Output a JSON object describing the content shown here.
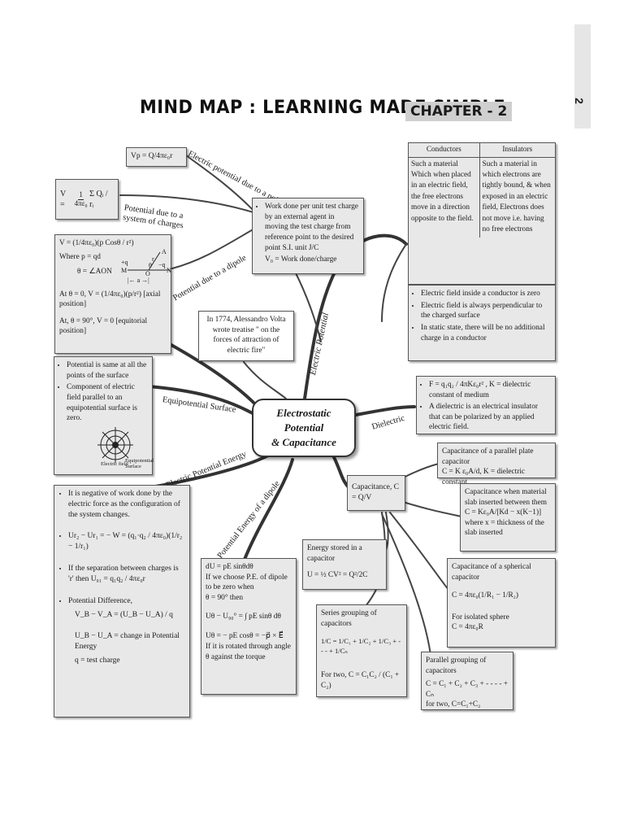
{
  "page_number": "2",
  "title": "MIND MAP : LEARNING MADE SIMPLE",
  "chapter": "CHAPTER - 2",
  "center": {
    "line1": "Electrostatic Potential",
    "line2": "& Capacitance"
  },
  "branch_labels": {
    "point_charge": "Electric potential due to a point charge",
    "system": "Potential due to a system of charges",
    "dipole": "Potential due to a dipole",
    "electric_potential": "Electric Potential",
    "equipotential": "Equipotential Surface",
    "energy": "Electric Potential Energy",
    "dipole_energy": "Potential Energy of a dipole",
    "dielectric": "Dielectric"
  },
  "point_charge_box": {
    "formula": "Vp = Q/4πε₀r"
  },
  "system_box": {
    "lhs": "V =",
    "num": "1",
    "den": "4πε₀",
    "sum": "Σ Qᵢ / rᵢ"
  },
  "dipole_box": {
    "line1": "V = (1/4πε₀)(p Cosθ / r²)",
    "line2": "Where p = qd",
    "line3": "θ = ∠AON",
    "line4": "At θ = 0, V = (1/4πε₀)(p/r²) [axial position]",
    "line5": "At, θ = 90°, V = 0 [equitorial position]",
    "fig_a": "A",
    "fig_r": "r",
    "fig_q_pos": "+q",
    "fig_q_neg": "−q",
    "fig_m": "M",
    "fig_n": "N",
    "fig_o": "O",
    "fig_theta": "θ",
    "fig_a_len": "|← a →|"
  },
  "work_box": {
    "bullet": "Work done per unit test charge by an external agent in moving the test charge from reference point to the desired point S.I. unit J/C",
    "formula": "V₀ = Work done/charge"
  },
  "volta_box": {
    "text": "In 1774, Alessandro Volta wrote treatise \" on the forces of attraction of electric fire\""
  },
  "conductors_table": {
    "head_left": "Conductors",
    "head_right": "Insulators",
    "left": "Such a material Which when placed in an electric field, the free electrons move in a direction opposite to the field.",
    "right": "Such a material in which electrons are tightly bound, & when exposed in an electric field, Electrons does not move i.e. having no free electrons"
  },
  "conductor_facts": [
    "Electric field inside a conductor is zero",
    "Electric field is always perpendicular to the charged surface",
    "In static state, there will be no additional charge in a conductor"
  ],
  "equipotential_box": {
    "items": [
      "Potential is same at all the points of the surface",
      "Component of electric field parallel to an equipotential surface is zero."
    ],
    "fig_label1": "Electric field",
    "fig_label2": "Equipotential Surface"
  },
  "dielectric_box": {
    "f_line": "F = q₁q₂ / 4πKε₀r² , K = dielectric constant of medium",
    "item2": "A dielectric is an electrical insulator that can be polarized by an applied electric field."
  },
  "capacitance_node": "Capacitance, C = Q/V",
  "parallel_plate_box": {
    "line1": "Capacitance of a parallel plate capacitor",
    "line2": "C = K ε₀A/d,   K = dielectric constant"
  },
  "slab_box": {
    "line1": "Capacitance when material slab inserted between them",
    "line2": "C = Kε₀A/[Kd − x(K−1)]",
    "line3": "where  x = thickness of the slab inserted"
  },
  "energy_cap_box": {
    "line1": "Energy stored in a capacitor",
    "line2": "U = ½ CV² = Q²/2C"
  },
  "spherical_box": {
    "line1": "Capacitance of a spherical capacitor",
    "line2": "C = 4πε₀(1/R₁ − 1/R₂)",
    "line3": "For isolated sphere",
    "line4": "C = 4πε₀R"
  },
  "series_box": {
    "line1": "Series grouping of capacitors",
    "line2": "1/C = 1/C₁ + 1/C₂ + 1/C₃ + - - - + 1/Cₙ",
    "line3": "For two, C = C₁C₂ / (C₁ + C₂)"
  },
  "parallel_box": {
    "line1": "Parallel grouping of capacitors",
    "line2": "C = C₁ + C₂ + C₃ + - - - - + Cₙ",
    "line3": "for two, C=C₁+C₂"
  },
  "energy_box": {
    "item1": "It is negative of work done by the electric force as the configuration of the system changes.",
    "item2": "Ur₂ − Ur₁ = − W = (q₁·q₂ / 4πε₀)(1/r₂ − 1/r₁)",
    "item3": "If the separation between charges is 'r' then U₀₁ = q₁q₂ / 4πε₀r",
    "item4": "Potential Difference,",
    "item4b": "V_B − V_A = (U_B − U_A) / q",
    "item5": "U_B − U_A = change in Potential Energy",
    "item6": "q = test charge"
  },
  "dipole_energy_box": {
    "line1": "dU = pE sinθdθ",
    "line2": "If we choose P.E. of dipole to be zero when",
    "line3": "θ = 90° then",
    "line4": "Uθ − U₉₀° = ∫ pE sinθ dθ",
    "line5": "Uθ = − pE cosθ =  −p⃗ × E⃗",
    "line6": "If it is rotated through angle θ against the torque"
  }
}
